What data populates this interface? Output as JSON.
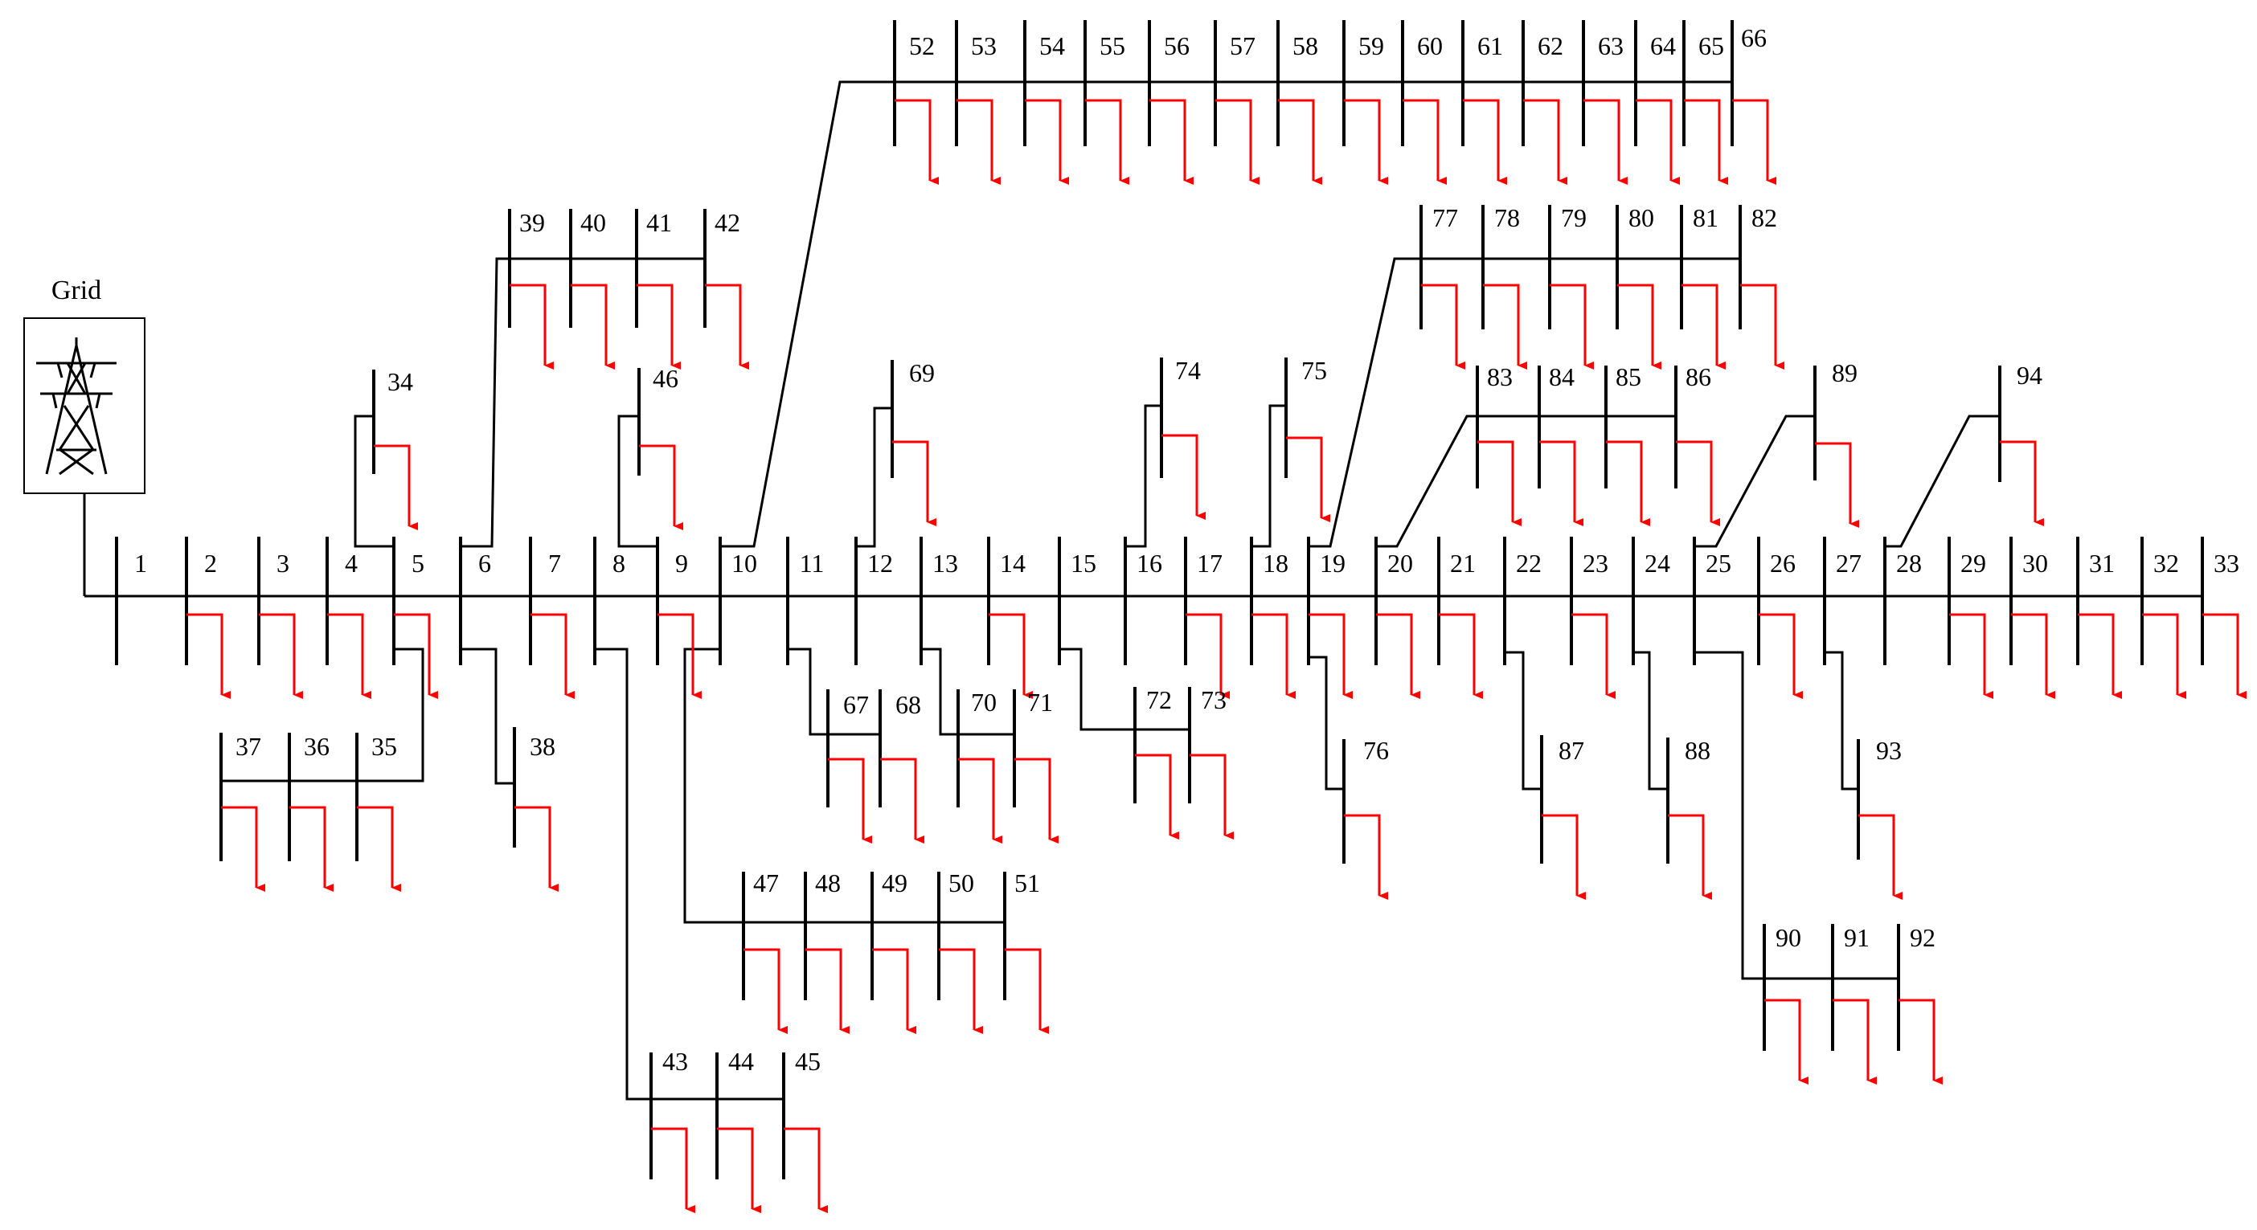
{
  "diagram": {
    "grid_label": "Grid",
    "grid_icon": "transmission-tower-icon",
    "colors": {
      "line": "#000000",
      "load": "#ff0000",
      "background": "#ffffff"
    },
    "buses": [
      "1",
      "2",
      "3",
      "4",
      "5",
      "6",
      "7",
      "8",
      "9",
      "10",
      "11",
      "12",
      "13",
      "14",
      "15",
      "16",
      "17",
      "18",
      "19",
      "20",
      "21",
      "22",
      "23",
      "24",
      "25",
      "26",
      "27",
      "28",
      "29",
      "30",
      "31",
      "32",
      "33",
      "34",
      "35",
      "36",
      "37",
      "38",
      "39",
      "40",
      "41",
      "42",
      "43",
      "44",
      "45",
      "46",
      "47",
      "48",
      "49",
      "50",
      "51",
      "52",
      "53",
      "54",
      "55",
      "56",
      "57",
      "58",
      "59",
      "60",
      "61",
      "62",
      "63",
      "64",
      "65",
      "66",
      "67",
      "68",
      "69",
      "70",
      "71",
      "72",
      "73",
      "74",
      "75",
      "76",
      "77",
      "78",
      "79",
      "80",
      "81",
      "82",
      "83",
      "84",
      "85",
      "86",
      "87",
      "88",
      "89",
      "90",
      "91",
      "92",
      "93",
      "94"
    ],
    "load_buses": [
      "2",
      "3",
      "4",
      "5",
      "7",
      "9",
      "14",
      "17",
      "18",
      "19",
      "20",
      "21",
      "23",
      "26",
      "29",
      "30",
      "31",
      "32",
      "33",
      "34",
      "35",
      "36",
      "37",
      "38",
      "39",
      "40",
      "41",
      "42",
      "43",
      "44",
      "45",
      "46",
      "47",
      "48",
      "49",
      "50",
      "51",
      "52",
      "53",
      "54",
      "55",
      "56",
      "57",
      "58",
      "59",
      "60",
      "61",
      "62",
      "63",
      "64",
      "65",
      "66",
      "67",
      "68",
      "69",
      "70",
      "71",
      "72",
      "73",
      "74",
      "75",
      "76",
      "77",
      "78",
      "79",
      "80",
      "81",
      "82",
      "83",
      "84",
      "85",
      "86",
      "87",
      "88",
      "89",
      "90",
      "91",
      "92",
      "93",
      "94"
    ]
  }
}
